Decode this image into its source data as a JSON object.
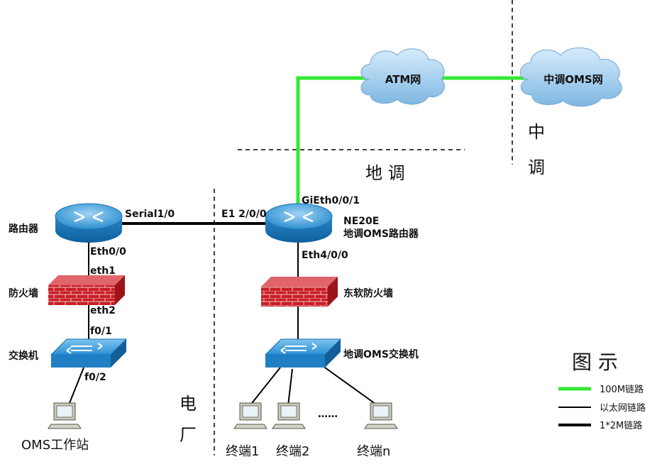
{
  "diagram": {
    "clouds": {
      "atm": "ATM网",
      "oms": "中调OMS网"
    },
    "zones": {
      "zhongdiao": "中调",
      "didiao": "地调",
      "dianchang": "电厂"
    },
    "left": {
      "router": "路由器",
      "firewall": "防火墙",
      "switch": "交换机",
      "workstation": "OMS工作站",
      "ports": {
        "serial": "Serial1/0",
        "eth00": "Eth0/0",
        "eth1": "eth1",
        "eth2": "eth2",
        "f01": "f0/1",
        "f02": "f0/2"
      }
    },
    "right": {
      "router_line1": "NE20E",
      "router_line2": "地调OMS路由器",
      "firewall": "东软防火墙",
      "switch": "地调OMS交换机",
      "ports": {
        "e1": "E1 2/0/0",
        "gieth": "GiEth0/0/1",
        "eth4": "Eth4/0/0"
      },
      "terminals": [
        "终端1",
        "终端2",
        "终端n"
      ],
      "ellipsis": "……"
    }
  },
  "legend": {
    "title": "图 示",
    "items": [
      {
        "label": "100M链路",
        "color": "#33e833"
      },
      {
        "label": "以太网链路",
        "color": "#000000"
      },
      {
        "label": "1*2M链路",
        "color": "#000000"
      }
    ]
  }
}
